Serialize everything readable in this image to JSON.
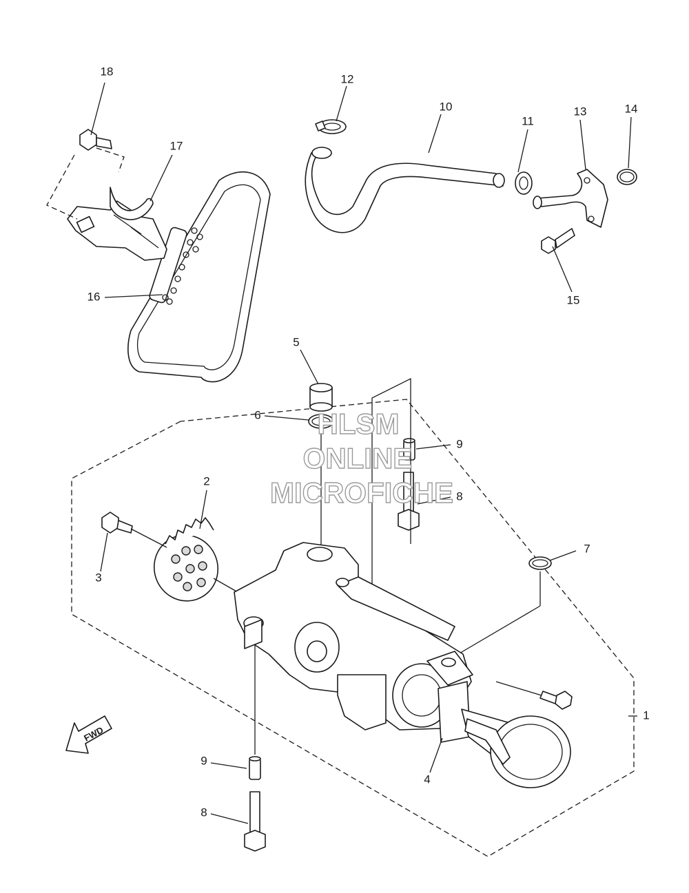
{
  "callouts": [
    {
      "id": "1",
      "label": "1"
    },
    {
      "id": "2",
      "label": "2"
    },
    {
      "id": "3",
      "label": "3"
    },
    {
      "id": "4",
      "label": "4"
    },
    {
      "id": "5",
      "label": "5"
    },
    {
      "id": "6",
      "label": "6"
    },
    {
      "id": "7",
      "label": "7"
    },
    {
      "id": "8a",
      "label": "8"
    },
    {
      "id": "8b",
      "label": "8"
    },
    {
      "id": "9a",
      "label": "9"
    },
    {
      "id": "9b",
      "label": "9"
    },
    {
      "id": "10",
      "label": "10"
    },
    {
      "id": "11",
      "label": "11"
    },
    {
      "id": "12",
      "label": "12"
    },
    {
      "id": "13",
      "label": "13"
    },
    {
      "id": "14",
      "label": "14"
    },
    {
      "id": "15",
      "label": "15"
    },
    {
      "id": "16",
      "label": "16"
    },
    {
      "id": "17",
      "label": "17"
    },
    {
      "id": "18",
      "label": "18"
    }
  ],
  "watermark": {
    "line1": "HLSM",
    "line2": "ONLINE",
    "line3": "MICROFICHE"
  },
  "direction_badge": {
    "label": "FWD"
  }
}
